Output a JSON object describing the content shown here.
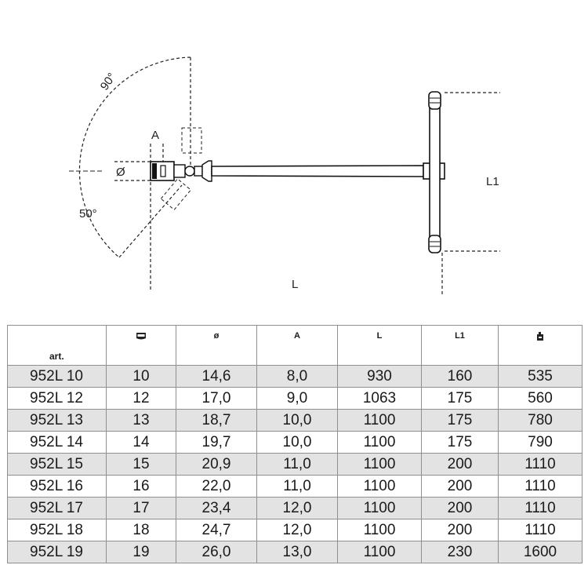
{
  "drawing": {
    "labels": {
      "angle_top": "90°",
      "angle_bottom": "50°",
      "dim_a": "A",
      "dim_diameter": "Ø",
      "dim_l": "L",
      "dim_l1": "L1"
    }
  },
  "table": {
    "columns": [
      {
        "key": "art",
        "label": "art."
      },
      {
        "key": "size",
        "label": "",
        "icon": "hex-nut-icon"
      },
      {
        "key": "diameter",
        "label": "ø"
      },
      {
        "key": "a",
        "label": "A"
      },
      {
        "key": "l",
        "label": "L"
      },
      {
        "key": "l1",
        "label": "L1"
      },
      {
        "key": "weight",
        "label": "",
        "icon": "weight-icon"
      }
    ],
    "rows": [
      [
        "952L 10",
        "10",
        "14,6",
        "8,0",
        "930",
        "160",
        "535"
      ],
      [
        "952L 12",
        "12",
        "17,0",
        "9,0",
        "1063",
        "175",
        "560"
      ],
      [
        "952L 13",
        "13",
        "18,7",
        "10,0",
        "1100",
        "175",
        "780"
      ],
      [
        "952L 14",
        "14",
        "19,7",
        "10,0",
        "1100",
        "175",
        "790"
      ],
      [
        "952L 15",
        "15",
        "20,9",
        "11,0",
        "1100",
        "200",
        "1110"
      ],
      [
        "952L 16",
        "16",
        "22,0",
        "11,0",
        "1100",
        "200",
        "1110"
      ],
      [
        "952L 17",
        "17",
        "23,4",
        "12,0",
        "1100",
        "200",
        "1110"
      ],
      [
        "952L 18",
        "18",
        "24,7",
        "12,0",
        "1100",
        "200",
        "1110"
      ],
      [
        "952L 19",
        "19",
        "26,0",
        "13,0",
        "1100",
        "230",
        "1600"
      ]
    ]
  }
}
